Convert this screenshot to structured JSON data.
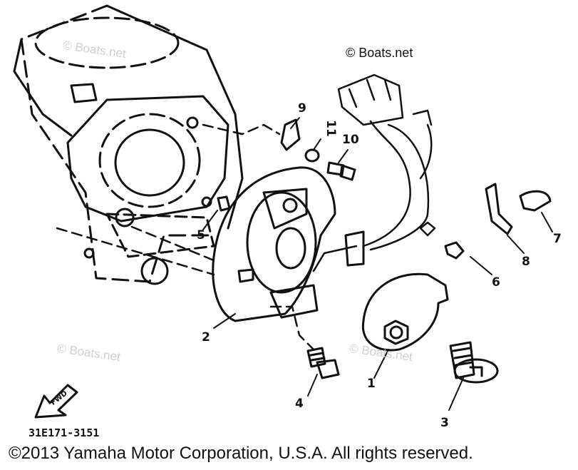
{
  "diagram": {
    "watermark_credit": "© Boats.net",
    "watermarks": [
      "© Boats.net",
      "© Boats.net",
      "© Boats.net"
    ],
    "part_number": "31E171-3151",
    "forward_marker": "FWD",
    "copyright": "©2013 Yamaha Motor Corporation, U.S.A. All rights reserved.",
    "callouts": [
      "1",
      "2",
      "3",
      "4",
      "5",
      "6",
      "7",
      "8",
      "9",
      "10",
      "11"
    ]
  },
  "colors": {
    "line": "#111111",
    "watermark": "#cfcfcf",
    "background": "#ffffff"
  }
}
